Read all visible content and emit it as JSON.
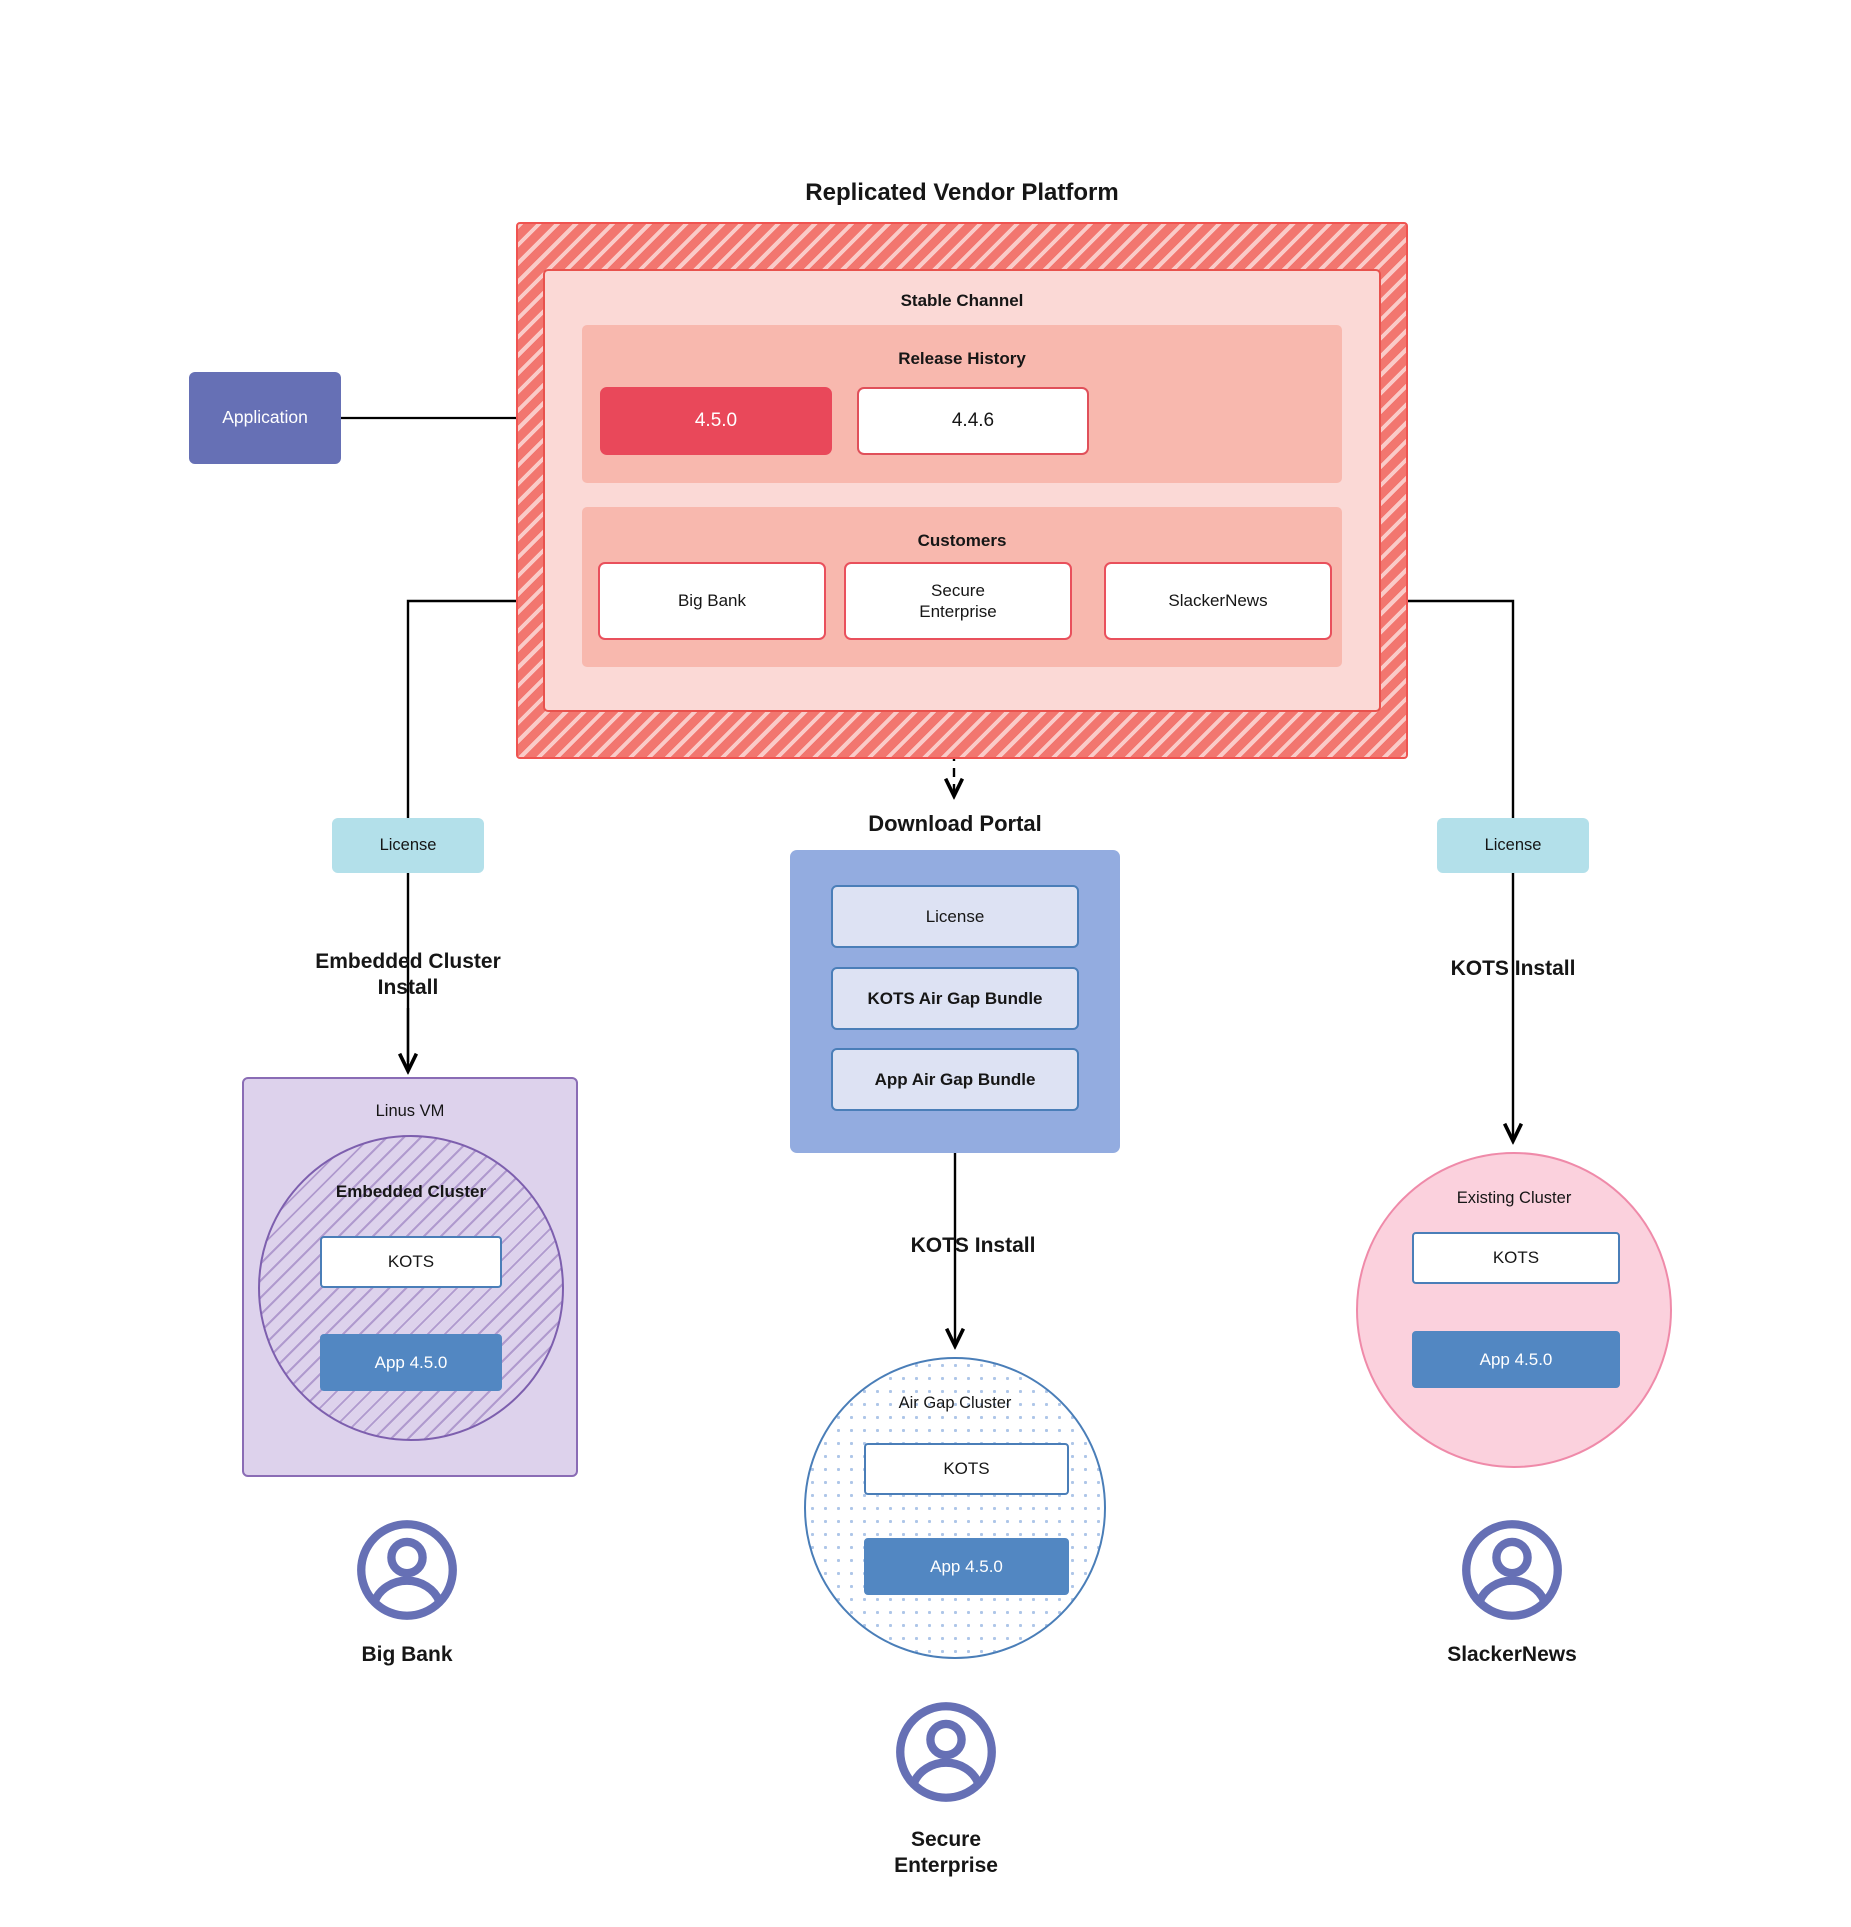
{
  "diagram": {
    "title": "Replicated Vendor Platform",
    "application": {
      "label": "Application"
    },
    "channel": {
      "title": "Stable Channel"
    },
    "release_history": {
      "title": "Release History",
      "releases": [
        {
          "version": "4.5.0",
          "state": "current"
        },
        {
          "version": "4.4.6",
          "state": "previous"
        }
      ]
    },
    "customers": {
      "title": "Customers",
      "items": [
        {
          "name": "Big Bank"
        },
        {
          "name": "Secure\nEnterprise"
        },
        {
          "name": "SlackerNews"
        }
      ]
    },
    "licenses": {
      "left_label": "License",
      "right_label": "License"
    },
    "flows": {
      "embedded_cluster_install": "Embedded Cluster\nInstall",
      "kots_install_center": "KOTS Install",
      "kots_install_right": "KOTS Install"
    },
    "download_portal": {
      "title": "Download  Portal",
      "items": [
        {
          "label": "License"
        },
        {
          "label": "KOTS Air Gap Bundle"
        },
        {
          "label": "App Air Gap Bundle"
        }
      ]
    },
    "left_branch": {
      "vm_title": "Linus VM",
      "cluster_title": "Embedded Cluster",
      "kots_label": "KOTS",
      "app_label": "App 4.5.0",
      "customer_name": "Big Bank"
    },
    "center_branch": {
      "cluster_title": "Air Gap Cluster",
      "kots_label": "KOTS",
      "app_label": "App 4.5.0",
      "customer_name": "Secure\nEnterprise"
    },
    "right_branch": {
      "cluster_title": "Existing Cluster",
      "kots_label": "KOTS",
      "app_label": "App 4.5.0",
      "customer_name": "SlackerNews"
    },
    "icons": {
      "avatar": "user-avatar-icon"
    },
    "colors": {
      "vendor_platform_hatch": "#f2766f",
      "channel_bg": "#fbd9d6",
      "section_bg": "#f8b8ae",
      "release_current": "#e9485a",
      "application": "#6670b5",
      "license_chip": "#b3e0ea",
      "download_portal": "#93ace0",
      "download_item": "#dde2f3",
      "vm_bg": "#ddd2ec",
      "vm_border": "#8a6cb5",
      "app_box": "#5287c2",
      "kots_border": "#4a7eb8",
      "existing_cluster": "#fbd1dd",
      "existing_cluster_border": "#ef8aa9",
      "avatar": "#6670b5",
      "connector": "#000000"
    }
  }
}
